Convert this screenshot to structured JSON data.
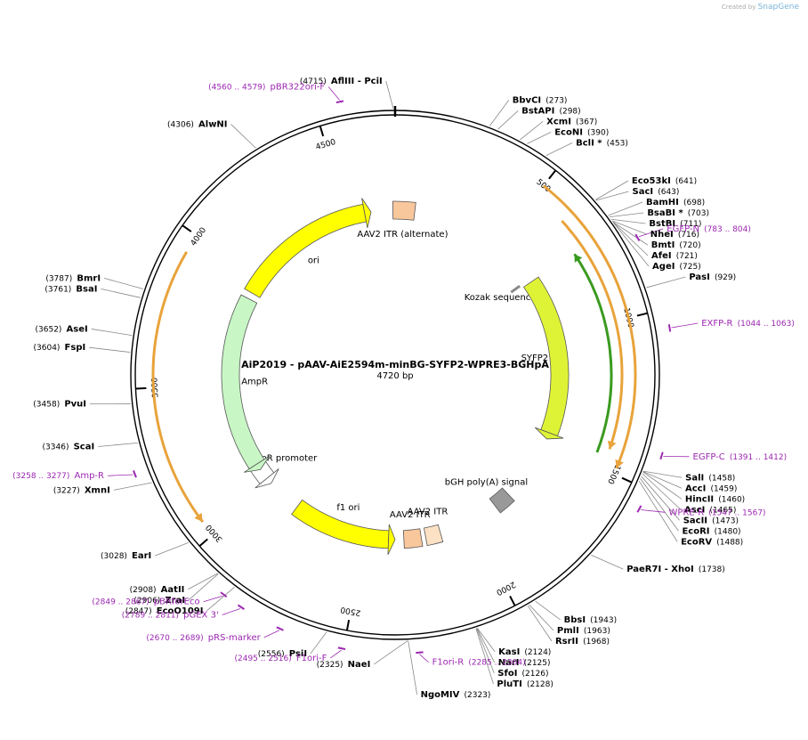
{
  "credit": {
    "prefix": "Created by",
    "brand": "SnapGene"
  },
  "title": "AiP2019 - pAAV-AiE2594m-minBG-SYFP2-WPRE3-BGHpA",
  "size_label": "4720 bp",
  "total_bp": 4720,
  "ticks": [
    {
      "bp": 500,
      "label": "500"
    },
    {
      "bp": 1000,
      "label": "1000"
    },
    {
      "bp": 1500,
      "label": "1500"
    },
    {
      "bp": 2000,
      "label": "2000"
    },
    {
      "bp": 2500,
      "label": "2500"
    },
    {
      "bp": 3000,
      "label": "3000"
    },
    {
      "bp": 3500,
      "label": "3500"
    },
    {
      "bp": 4000,
      "label": "4000"
    },
    {
      "bp": 4500,
      "label": "4500"
    }
  ],
  "enzymes": [
    {
      "name": "AflIII  -  PciI",
      "pos": "(4715)",
      "bp": 4715,
      "side": "L"
    },
    {
      "name": "BbvCI",
      "pos": "(273)",
      "bp": 273,
      "side": "R"
    },
    {
      "name": "BstAPI",
      "pos": "(298)",
      "bp": 298,
      "side": "R"
    },
    {
      "name": "XcmI",
      "pos": "(367)",
      "bp": 367,
      "side": "R"
    },
    {
      "name": "EcoNI",
      "pos": "(390)",
      "bp": 390,
      "side": "R"
    },
    {
      "name": "BclI *",
      "pos": "(453)",
      "bp": 453,
      "side": "R"
    },
    {
      "name": "Eco53kI",
      "pos": "(641)",
      "bp": 641,
      "side": "R"
    },
    {
      "name": "SacI",
      "pos": "(643)",
      "bp": 643,
      "side": "R"
    },
    {
      "name": "BamHI",
      "pos": "(698)",
      "bp": 698,
      "side": "R"
    },
    {
      "name": "BsaBI *",
      "pos": "(703)",
      "bp": 703,
      "side": "R"
    },
    {
      "name": "BstBI",
      "pos": "(711)",
      "bp": 711,
      "side": "R"
    },
    {
      "name": "NheI",
      "pos": "(716)",
      "bp": 716,
      "side": "R"
    },
    {
      "name": "BmtI",
      "pos": "(720)",
      "bp": 720,
      "side": "R"
    },
    {
      "name": "AfeI",
      "pos": "(721)",
      "bp": 721,
      "side": "R"
    },
    {
      "name": "AgeI",
      "pos": "(725)",
      "bp": 725,
      "side": "R"
    },
    {
      "name": "PasI",
      "pos": "(929)",
      "bp": 929,
      "side": "R"
    },
    {
      "name": "SalI",
      "pos": "(1458)",
      "bp": 1458,
      "side": "R"
    },
    {
      "name": "AccI",
      "pos": "(1459)",
      "bp": 1459,
      "side": "R"
    },
    {
      "name": "HincII",
      "pos": "(1460)",
      "bp": 1460,
      "side": "R"
    },
    {
      "name": "AscI",
      "pos": "(1465)",
      "bp": 1465,
      "side": "R"
    },
    {
      "name": "SacII",
      "pos": "(1473)",
      "bp": 1473,
      "side": "R"
    },
    {
      "name": "EcoRI",
      "pos": "(1480)",
      "bp": 1480,
      "side": "R"
    },
    {
      "name": "EcoRV",
      "pos": "(1488)",
      "bp": 1488,
      "side": "R"
    },
    {
      "name": "PaeR7I  -  XhoI",
      "pos": "(1738)",
      "bp": 1738,
      "side": "R"
    },
    {
      "name": "BbsI",
      "pos": "(1943)",
      "bp": 1943,
      "side": "R"
    },
    {
      "name": "PmlI",
      "pos": "(1963)",
      "bp": 1963,
      "side": "R"
    },
    {
      "name": "RsrII",
      "pos": "(1968)",
      "bp": 1968,
      "side": "R"
    },
    {
      "name": "KasI",
      "pos": "(2124)",
      "bp": 2124,
      "side": "R"
    },
    {
      "name": "NarI",
      "pos": "(2125)",
      "bp": 2125,
      "side": "R"
    },
    {
      "name": "SfoI",
      "pos": "(2126)",
      "bp": 2126,
      "side": "R"
    },
    {
      "name": "PluTI",
      "pos": "(2128)",
      "bp": 2128,
      "side": "R"
    },
    {
      "name": "NgoMIV",
      "pos": "(2323)",
      "bp": 2323,
      "side": "R"
    },
    {
      "name": "NaeI",
      "pos": "(2325)",
      "bp": 2325,
      "side": "L"
    },
    {
      "name": "PsiI",
      "pos": "(2556)",
      "bp": 2556,
      "side": "L"
    },
    {
      "name": "EcoO109I",
      "pos": "(2847)",
      "bp": 2847,
      "side": "L"
    },
    {
      "name": "ZraI",
      "pos": "(2906)",
      "bp": 2906,
      "side": "L"
    },
    {
      "name": "AatII",
      "pos": "(2908)",
      "bp": 2908,
      "side": "L"
    },
    {
      "name": "EarI",
      "pos": "(3028)",
      "bp": 3028,
      "side": "L"
    },
    {
      "name": "XmnI",
      "pos": "(3227)",
      "bp": 3227,
      "side": "L"
    },
    {
      "name": "ScaI",
      "pos": "(3346)",
      "bp": 3346,
      "side": "L"
    },
    {
      "name": "PvuI",
      "pos": "(3458)",
      "bp": 3458,
      "side": "L"
    },
    {
      "name": "FspI",
      "pos": "(3604)",
      "bp": 3604,
      "side": "L"
    },
    {
      "name": "AseI",
      "pos": "(3652)",
      "bp": 3652,
      "side": "L"
    },
    {
      "name": "BsaI",
      "pos": "(3761)",
      "bp": 3761,
      "side": "L"
    },
    {
      "name": "BmrI",
      "pos": "(3787)",
      "bp": 3787,
      "side": "L"
    },
    {
      "name": "AlwNI",
      "pos": "(4306)",
      "bp": 4306,
      "side": "L"
    }
  ],
  "primers": [
    {
      "name": "pBR322ori-F",
      "pos": "(4560 .. 4579)",
      "bp": 4570,
      "side": "L"
    },
    {
      "name": "EGFP-N",
      "pos": "(783 .. 804)",
      "bp": 793,
      "side": "R"
    },
    {
      "name": "EXFP-R",
      "pos": "(1044 .. 1063)",
      "bp": 1053,
      "side": "R"
    },
    {
      "name": "EGFP-C",
      "pos": "(1391 .. 1412)",
      "bp": 1401,
      "side": "R"
    },
    {
      "name": "WPRE-R",
      "pos": "(1547 .. 1567)",
      "bp": 1557,
      "side": "R"
    },
    {
      "name": "F1ori-R",
      "pos": "(2285 .. 2304)",
      "bp": 2294,
      "side": "R"
    },
    {
      "name": "F1ori-F",
      "pos": "(2495 .. 2516)",
      "bp": 2505,
      "side": "L"
    },
    {
      "name": "pRS-marker",
      "pos": "(2670 .. 2689)",
      "bp": 2680,
      "side": "L"
    },
    {
      "name": "pGEX 3'",
      "pos": "(2789 .. 2811)",
      "bp": 2800,
      "side": "L"
    },
    {
      "name": "pBRforEco",
      "pos": "(2849 .. 2867)",
      "bp": 2858,
      "side": "L"
    },
    {
      "name": "Amp-R",
      "pos": "(3258 .. 3277)",
      "bp": 3267,
      "side": "L"
    }
  ],
  "features": [
    {
      "name": "AAV2 ITR (alternate)",
      "kind": "box",
      "color": "#f9c79c",
      "start": 4710,
      "end": 4810
    },
    {
      "name": "ori",
      "kind": "arrow",
      "color": "#ffff00",
      "start": 3930,
      "end": 4580
    },
    {
      "name": "Kozak sequence",
      "kind": "tick",
      "color": "#888888",
      "start": 715,
      "end": 725
    },
    {
      "name": "SYFP2",
      "kind": "arrow",
      "color": "#dff336",
      "start": 730,
      "end": 1450
    },
    {
      "name": "bGH poly(A) signal",
      "kind": "box",
      "color": "#999999",
      "start": 1790,
      "end": 1870
    },
    {
      "name": "AAV2 ITR",
      "kind": "box",
      "color": "#fde1c5",
      "start": 2150,
      "end": 2220
    },
    {
      "name": "AAV2 ITR",
      "kind": "box",
      "color": "#f9c79c",
      "start": 2240,
      "end": 2320
    },
    {
      "name": "f1 ori",
      "kind": "arrowL",
      "color": "#ffff00",
      "start": 2390,
      "end": 2840
    },
    {
      "name": "AmpR promoter",
      "kind": "arrowL",
      "color": "#ffffff",
      "start": 3030,
      "end": 3100
    },
    {
      "name": "AmpR",
      "kind": "arrowL",
      "color": "#c8f7c5",
      "start": 3110,
      "end": 3900
    }
  ],
  "orange_arcs": [
    {
      "start": 500,
      "end": 1480,
      "r": 270,
      "dir": "cw"
    },
    {
      "start": 620,
      "end": 1430,
      "r": 255,
      "dir": "cw"
    },
    {
      "start": 3050,
      "end": 3940,
      "r": 272,
      "dir": "ccw"
    }
  ],
  "green_arcs": [
    {
      "start": 735,
      "end": 1455,
      "r": 243,
      "dir": "ccw"
    }
  ]
}
